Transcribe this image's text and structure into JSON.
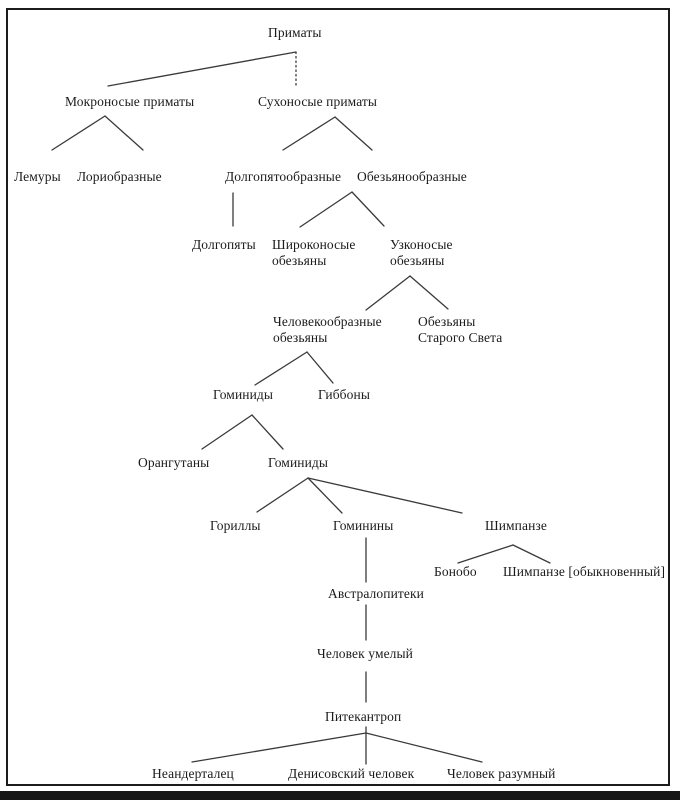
{
  "figure": {
    "type": "phylogenetic-tree",
    "language": "ru",
    "line_color": "#3a3a3a",
    "text_color": "#1b1b1b",
    "background_color": "#ffffff"
  },
  "tree": {
    "label": "Приматы",
    "children": [
      {
        "label": "Мокроносые приматы",
        "children": [
          {
            "label": "Лемуры"
          },
          {
            "label": "Лориобразные"
          }
        ]
      },
      {
        "label": "Сухоносые приматы",
        "children": [
          {
            "label": "Долгопятообразные",
            "children": [
              {
                "label": "Долгопяты"
              }
            ]
          },
          {
            "label": "Обезьянообразные",
            "children": [
              {
                "label": "Широконосые обезьяны"
              },
              {
                "label": "Узконосые обезьяны",
                "children": [
                  {
                    "label": "Человекообразные обезьяны",
                    "children": [
                      {
                        "label": "Гоминиды",
                        "children": [
                          {
                            "label": "Орангутаны"
                          },
                          {
                            "label": "Гоминиды",
                            "children": [
                              {
                                "label": "Гориллы"
                              },
                              {
                                "label": "Гоминины",
                                "children": [
                                  {
                                    "label": "Австралопитеки",
                                    "children": [
                                      {
                                        "label": "Человек умелый",
                                        "children": [
                                          {
                                            "label": "Питекантроп",
                                            "children": [
                                              {
                                                "label": "Неандерталец"
                                              },
                                              {
                                                "label": "Денисовский человек"
                                              },
                                              {
                                                "label": "Человек разумный"
                                              }
                                            ]
                                          }
                                        ]
                                      }
                                    ]
                                  }
                                ]
                              },
                              {
                                "label": "Шимпанзе",
                                "children": [
                                  {
                                    "label": "Бонобо"
                                  },
                                  {
                                    "label": "Шимпанзе [обыкновенный]"
                                  }
                                ]
                              }
                            ]
                          }
                        ]
                      },
                      {
                        "label": "Гиббоны"
                      }
                    ]
                  },
                  {
                    "label": "Обезьяны Старого Света"
                  }
                ]
              }
            ]
          }
        ]
      }
    ]
  }
}
